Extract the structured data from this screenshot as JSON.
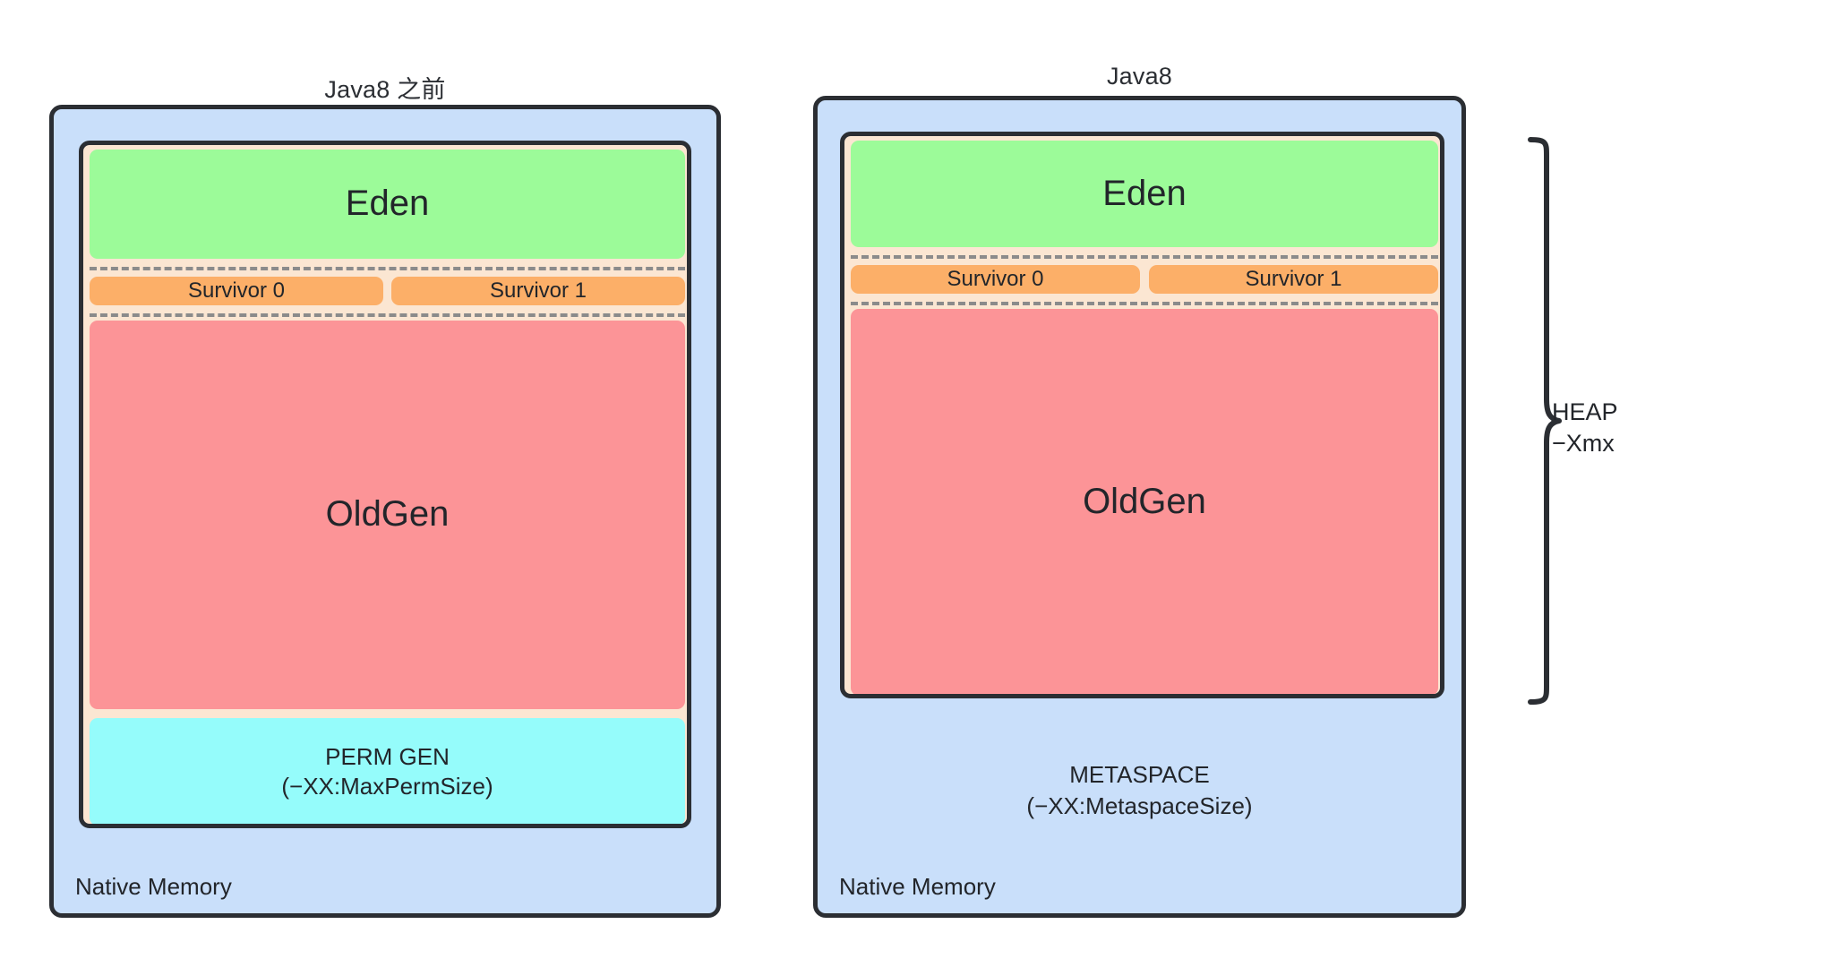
{
  "diagram": {
    "title_hidden": "JVM memory layout before Java8 vs Java8",
    "panels": [
      {
        "id": "before-java8",
        "title": "Java8 之前",
        "native_label": "Native Memory",
        "regions": {
          "eden": "Eden",
          "survivor0": "Survivor 0",
          "survivor1": "Survivor 1",
          "oldgen": "OldGen",
          "permgen_line1": "PERM GEN",
          "permgen_line2": "(−XX:MaxPermSize)"
        }
      },
      {
        "id": "java8",
        "title": "Java8",
        "native_label": "Native Memory",
        "regions": {
          "eden": "Eden",
          "survivor0": "Survivor 0",
          "survivor1": "Survivor 1",
          "oldgen": "OldGen",
          "metaspace_line1": "METASPACE",
          "metaspace_line2": "(−XX:MetaspaceSize)"
        }
      }
    ],
    "annotation": {
      "brace_label_line1": "HEAP",
      "brace_label_line2": "−Xmx"
    },
    "colors": {
      "native_memory": "#c9dffa",
      "heap_frame": "#fbe6d2",
      "eden": "#9cfb99",
      "survivor": "#fcaf68",
      "oldgen": "#fc9497",
      "permgen": "#95fcfb",
      "outline": "#2b2e33",
      "divider_dashed": "#8b8b8b",
      "text": "#22252a"
    }
  }
}
